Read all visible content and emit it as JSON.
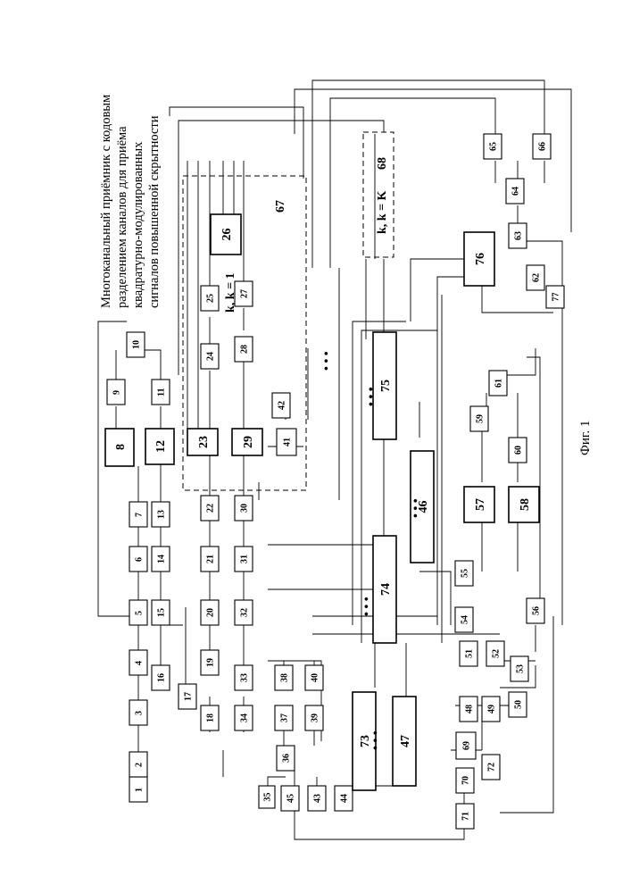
{
  "title_lines": [
    "Многоканальный приёмник с кодовым",
    "разделением каналов для приёма",
    "квадратурно-модулированных",
    "сигналов повышенной скрытности"
  ],
  "caption": "Фиг. 1",
  "group_labels": {
    "g67": "67",
    "g68": "68",
    "k1": "k, k = 1",
    "kK": "k, k = K"
  },
  "blocks": [
    "1",
    "2",
    "3",
    "4",
    "5",
    "6",
    "7",
    "8",
    "9",
    "10",
    "11",
    "12",
    "13",
    "14",
    "15",
    "16",
    "17",
    "18",
    "19",
    "20",
    "21",
    "22",
    "23",
    "24",
    "25",
    "26",
    "27",
    "28",
    "29",
    "30",
    "31",
    "32",
    "33",
    "34",
    "35",
    "36",
    "37",
    "38",
    "39",
    "40",
    "41",
    "42",
    "43",
    "44",
    "45",
    "46",
    "47",
    "48",
    "49",
    "50",
    "51",
    "52",
    "53",
    "54",
    "55",
    "56",
    "57",
    "58",
    "59",
    "60",
    "61",
    "62",
    "63",
    "64",
    "65",
    "66",
    "69",
    "70",
    "71",
    "72",
    "73",
    "74",
    "75",
    "76",
    "77"
  ],
  "dots": "• • •"
}
